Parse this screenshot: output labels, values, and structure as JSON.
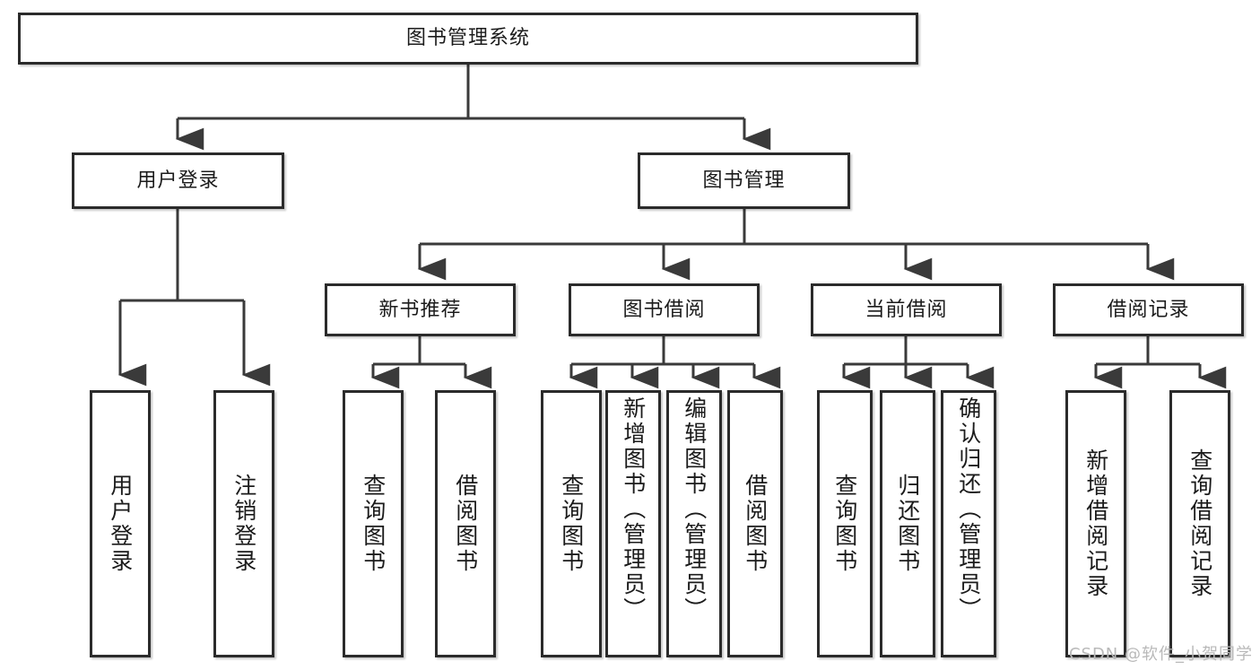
{
  "diagram": {
    "title": "图书管理系统",
    "type": "tree-hierarchy-chart",
    "root": {
      "label": "图书管理系统"
    },
    "level2": [
      {
        "label": "用户登录"
      },
      {
        "label": "图书管理"
      }
    ],
    "level3": [
      {
        "label": "新书推荐"
      },
      {
        "label": "图书借阅"
      },
      {
        "label": "当前借阅"
      },
      {
        "label": "借阅记录"
      }
    ],
    "leaves": {
      "user_login": [
        {
          "label": "用户登录"
        },
        {
          "label": "注销登录"
        }
      ],
      "new_book_recommend": [
        {
          "label": "查询图书"
        },
        {
          "label": "借阅图书"
        }
      ],
      "book_borrow": [
        {
          "label": "查询图书"
        },
        {
          "label": "新增图书（管理员）"
        },
        {
          "label": "编辑图书（管理员）"
        },
        {
          "label": "借阅图书"
        }
      ],
      "current_borrow": [
        {
          "label": "查询图书"
        },
        {
          "label": "归还图书"
        },
        {
          "label": "确认归还（管理员）"
        }
      ],
      "borrow_record": [
        {
          "label": "新增借阅记录"
        },
        {
          "label": "查询借阅记录"
        }
      ]
    }
  },
  "watermark": {
    "text": "CSDN @软件_小贺同学"
  },
  "colors": {
    "box_border": "#2b2b2b",
    "box_fill": "#ffffff",
    "text": "#1b1b1b",
    "line": "#3a3a3a",
    "watermark": "#b9b9b9",
    "background": "#ffffff"
  }
}
